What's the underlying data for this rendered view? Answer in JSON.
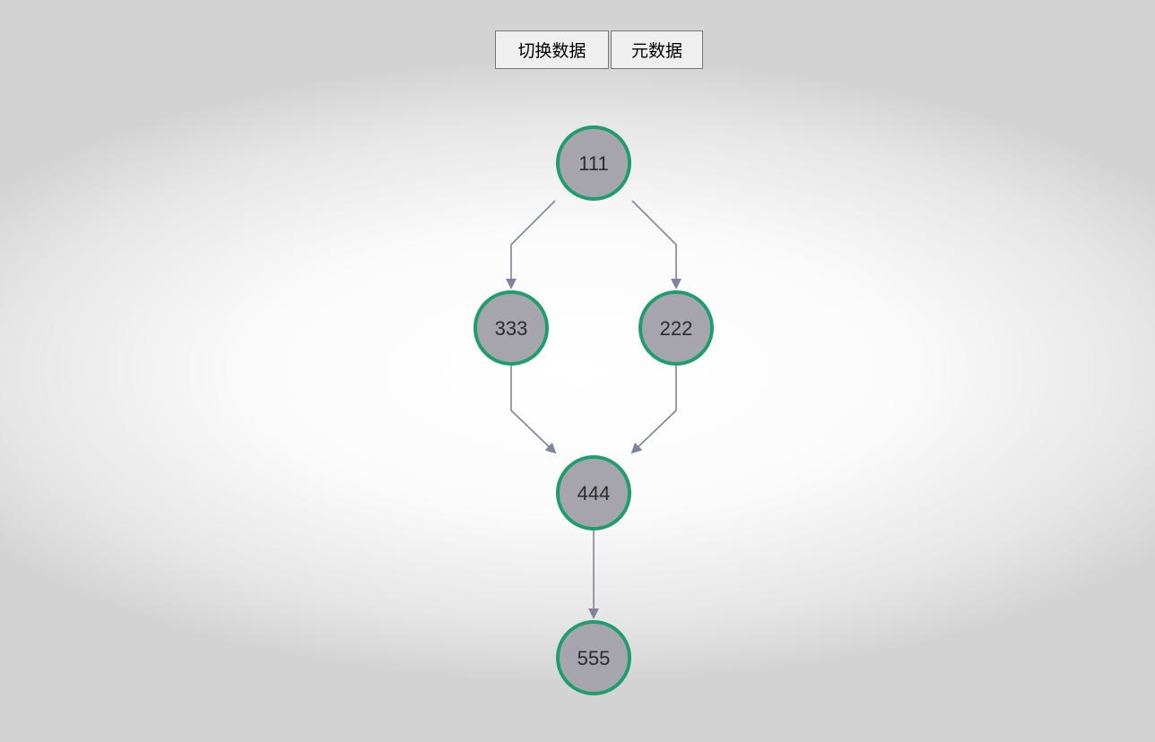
{
  "toolbar": {
    "switch_data_label": "切换数据",
    "metadata_label": "元数据"
  },
  "graph": {
    "colors": {
      "node_fill": "#a6a5ae",
      "node_stroke": "#1f9d6d",
      "edge": "#7e859b",
      "label": "#2b2b2b"
    },
    "nodes": [
      {
        "id": "n111",
        "label": "111"
      },
      {
        "id": "n333",
        "label": "333"
      },
      {
        "id": "n222",
        "label": "222"
      },
      {
        "id": "n444",
        "label": "444"
      },
      {
        "id": "n555",
        "label": "555"
      }
    ],
    "edges": [
      {
        "from": "n111",
        "to": "n333"
      },
      {
        "from": "n111",
        "to": "n222"
      },
      {
        "from": "n333",
        "to": "n444"
      },
      {
        "from": "n222",
        "to": "n444"
      },
      {
        "from": "n444",
        "to": "n555"
      }
    ]
  }
}
